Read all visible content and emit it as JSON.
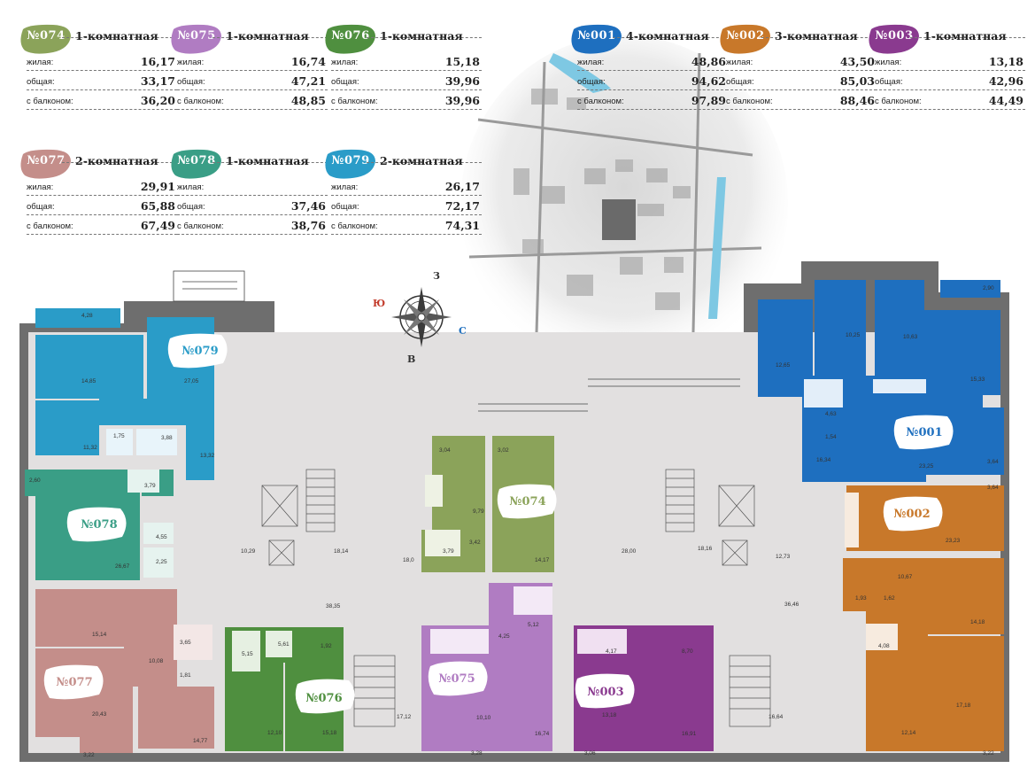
{
  "labels": {
    "living": "жилая:",
    "total": "общая:",
    "balcony": "с балконом:"
  },
  "cards": [
    {
      "num": "№074",
      "type": "1-комнатная",
      "living": "16,17",
      "total": "33,17",
      "balcony": "36,20",
      "color": "#8ba35a"
    },
    {
      "num": "№075",
      "type": "1-комнатная",
      "living": "16,74",
      "total": "47,21",
      "balcony": "48,85",
      "color": "#b07cc2"
    },
    {
      "num": "№076",
      "type": "1-комнатная",
      "living": "15,18",
      "total": "39,96",
      "balcony": "39,96",
      "color": "#4f8f3f"
    },
    {
      "num": "№001",
      "type": "4-комнатная",
      "living": "48,86",
      "total": "94,62",
      "balcony": "97,89",
      "color": "#1e6fbf"
    },
    {
      "num": "№002",
      "type": "3-комнатная",
      "living": "43,50",
      "total": "85,03",
      "balcony": "88,46",
      "color": "#c8782a"
    },
    {
      "num": "№003",
      "type": "1-комнатная",
      "living": "13,18",
      "total": "42,96",
      "balcony": "44,49",
      "color": "#8a3a8f"
    },
    {
      "num": "№077",
      "type": "2-комнатная",
      "living": "29,91",
      "total": "65,88",
      "balcony": "67,49",
      "color": "#c48e8a"
    },
    {
      "num": "№078",
      "type": "1-комнатная",
      "living": "",
      "total": "37,46",
      "balcony": "38,76",
      "color": "#3a9e86"
    },
    {
      "num": "№079",
      "type": "2-комнатная",
      "living": "26,17",
      "total": "72,17",
      "balcony": "74,31",
      "color": "#2a9cc8"
    }
  ],
  "compass": {
    "north": "З",
    "south": "В",
    "west": "Ю",
    "east": "С"
  },
  "apartments": {
    "a079": "№079",
    "a078": "№078",
    "a077": "№077",
    "a076": "№076",
    "a075": "№075",
    "a074": "№074",
    "a003": "№003",
    "a002": "№002",
    "a001": "№001"
  },
  "areas": {
    "r1": "4,28",
    "r2": "14,85",
    "r3": "27,05",
    "r4": "11,32",
    "r5": "1,75",
    "r6": "3,88",
    "r7": "13,32",
    "r8": "2,60",
    "r9": "3,79",
    "r10": "4,55",
    "r11": "2,25",
    "r12": "26,67",
    "r13": "15,14",
    "r14": "10,08",
    "r15": "3,65",
    "r16": "1,81",
    "r17": "20,43",
    "r18": "14,77",
    "r19": "3,22",
    "r20": "5,15",
    "r21": "5,61",
    "r22": "1,92",
    "r23": "12,10",
    "r24": "15,18",
    "r25": "3,04",
    "r26": "3,02",
    "r27": "9,79",
    "r28": "3,42",
    "r29": "3,79",
    "r30": "14,17",
    "r31": "4,25",
    "r32": "5,12",
    "r33": "10,10",
    "r34": "16,74",
    "r35": "3,28",
    "r36": "4,17",
    "r37": "8,70",
    "r38": "13,18",
    "r39": "16,91",
    "r40": "3,06",
    "r41": "2,90",
    "r42": "10,25",
    "r43": "10,63",
    "r44": "12,65",
    "r45": "15,33",
    "r46": "4,63",
    "r47": "1,54",
    "r48": "16,34",
    "r49": "23,25",
    "r50": "3,64",
    "r51": "3,64",
    "r52": "23,23",
    "r53": "10,67",
    "r54": "1,93",
    "r55": "1,62",
    "r56": "14,18",
    "r57": "4,08",
    "r58": "17,18",
    "r59": "12,14",
    "r60": "3,22",
    "c1": "10,29",
    "c2": "18,14",
    "c3": "18,0",
    "c4": "38,35",
    "c5": "17,12",
    "c6": "28,00",
    "c7": "18,16",
    "c8": "12,73",
    "c9": "36,46",
    "c10": "16,64"
  }
}
